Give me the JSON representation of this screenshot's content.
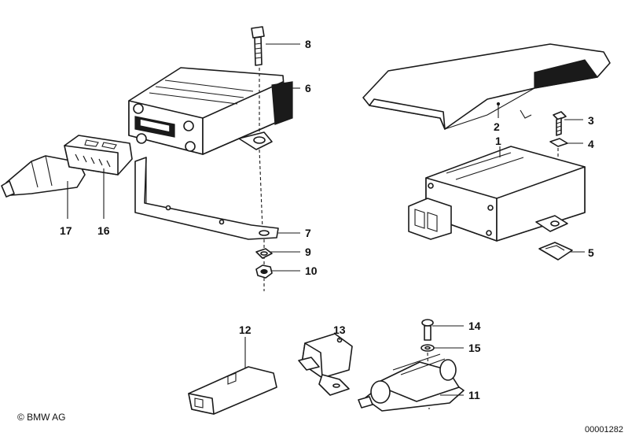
{
  "callouts": [
    "1",
    "2",
    "3",
    "4",
    "5",
    "6",
    "7",
    "8",
    "9",
    "10",
    "11",
    "12",
    "13",
    "14",
    "15",
    "16",
    "17"
  ],
  "footer": {
    "copyright": "© BMW AG",
    "drawing_number": "00001282"
  }
}
